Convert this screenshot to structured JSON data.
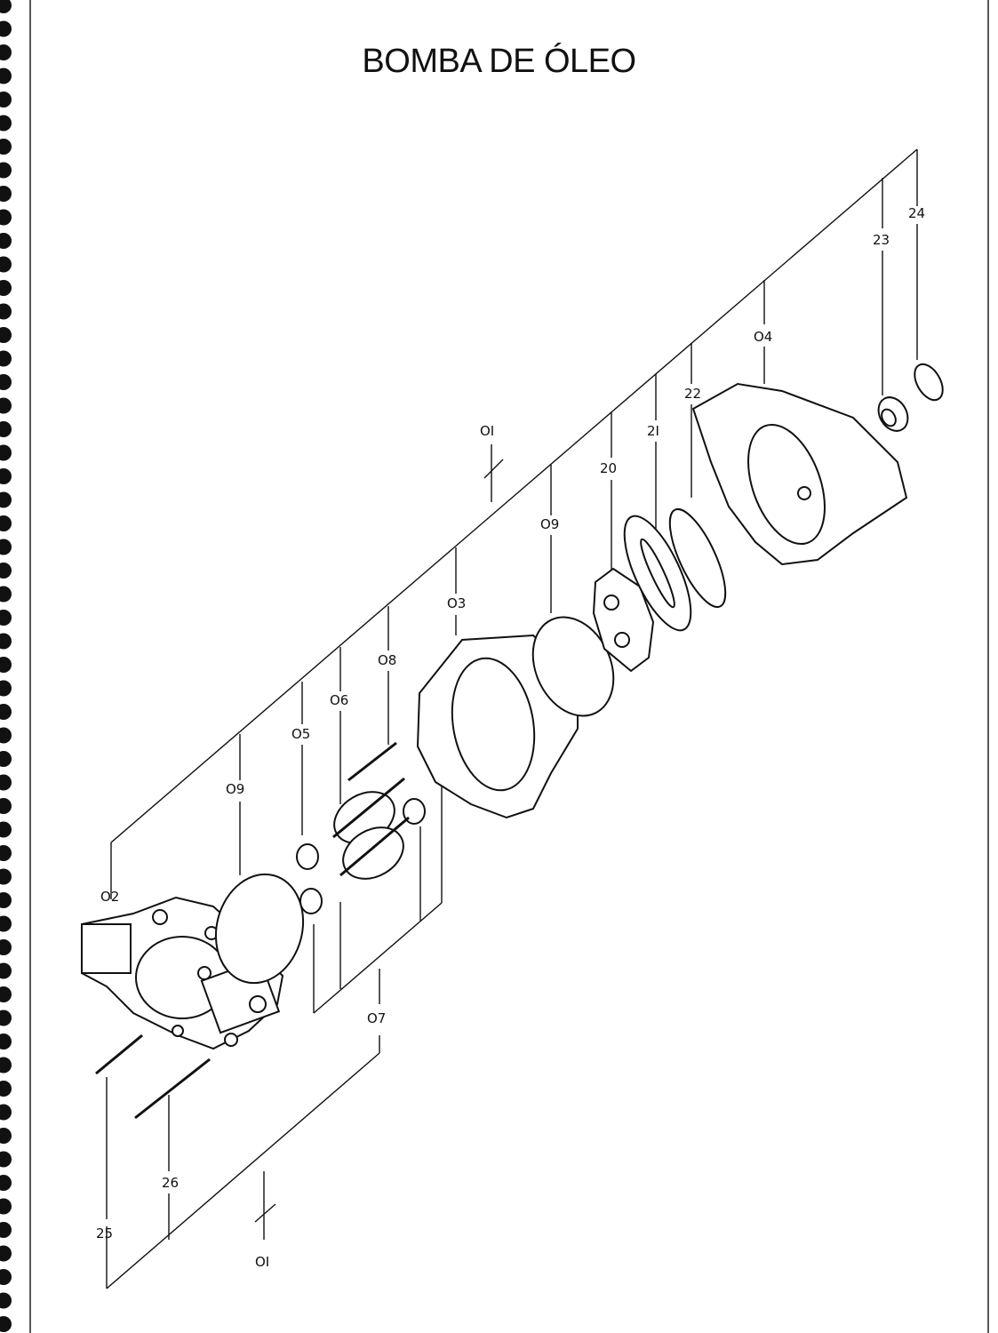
{
  "title": "BOMBA DE ÓLEO",
  "labels": {
    "p01_top": "OI",
    "p01_bottom": "OI",
    "p02": "O2",
    "p03": "O3",
    "p04": "O4",
    "p05": "O5",
    "p06": "O6",
    "p07": "O7",
    "p08": "O8",
    "p09_left": "O9",
    "p09_right": "O9",
    "p20": "20",
    "p21": "2I",
    "p22": "22",
    "p23": "23",
    "p24": "24",
    "p25": "25",
    "p26": "26"
  }
}
